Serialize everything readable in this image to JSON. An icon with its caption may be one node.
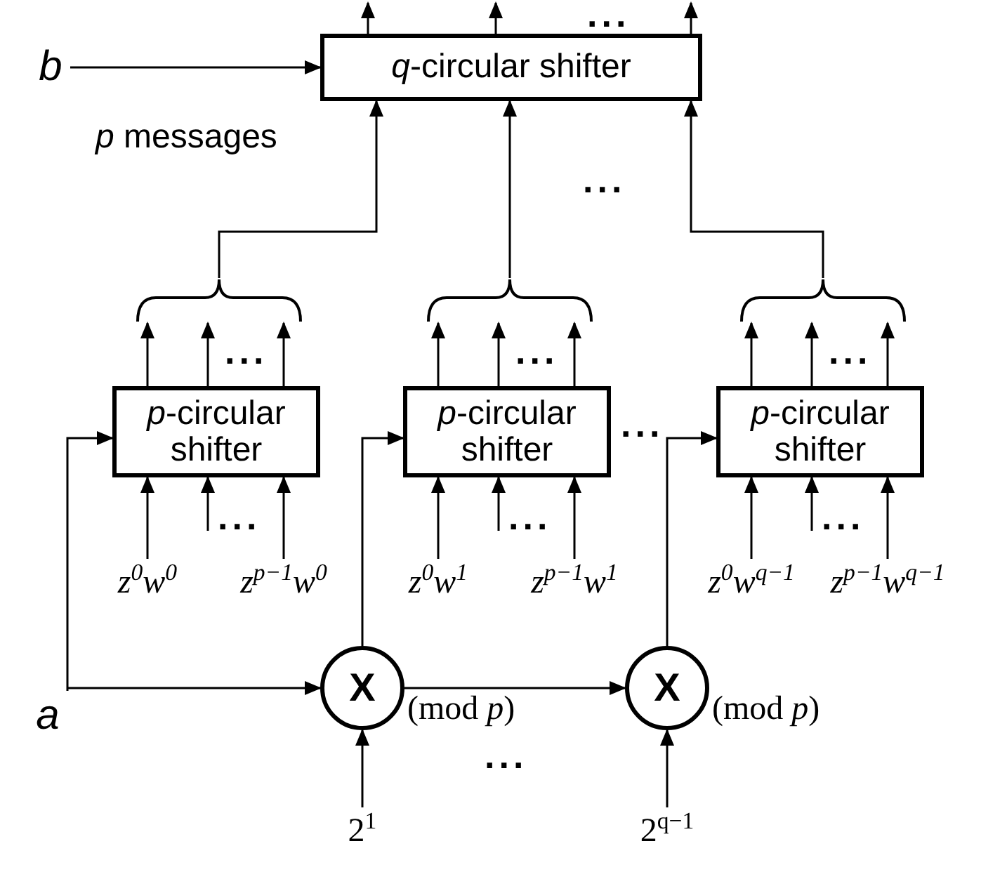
{
  "diagram": {
    "nodes": [
      {
        "text": [
          "*q*-circular shifter"
        ]
      },
      {
        "text": [
          "b"
        ]
      },
      {
        "text": [],
        "shape": "brace"
      },
      {
        "text": [],
        "shape": "brace"
      },
      {
        "text": [],
        "shape": "brace"
      },
      {
        "text": [
          "*p*-circular shifter"
        ]
      },
      {
        "text": [
          "*p*-circular shifter"
        ]
      },
      {
        "text": [
          "*p*-circular shifter"
        ]
      },
      {
        "text": [
          "z$^{0}$w$^{0}$"
        ]
      },
      {
        "text": [
          "z$^{p−1}$w$^{0}$"
        ]
      },
      {
        "text": [
          "z$^{0}$w$^{1}$"
        ]
      },
      {
        "text": [
          "z$^{p−1}$w$^{1}$"
        ]
      },
      {
        "text": [
          "z$^{0}$w$^{q−1}$"
        ]
      },
      {
        "text": [
          "z$^{p−1}$w$^{q−1}$"
        ]
      },
      {
        "text": [
          "a"
        ]
      },
      {
        "text": [
          "X"
        ],
        "beside": [
          "(mod *p*)"
        ]
      },
      {
        "text": [
          "X"
        ],
        "beside": [
          "(mod *p*)"
        ]
      },
      {
        "text": [
          "2$^{1}$"
        ]
      },
      {
        "text": [
          "2$^{q−1}$"
        ]
      }
    ],
    "edges": [
      {
        "from": 0,
        "to": null,
        "arrow": "to"
      },
      {
        "from": 0,
        "to": null,
        "arrow": "to"
      },
      {
        "from": 0,
        "to": null,
        "arrow": "to"
      },
      {
        "from": 1,
        "to": 0,
        "arrow": "to"
      },
      {
        "from": 2,
        "to": 0,
        "arrow": "to"
      },
      {
        "from": 3,
        "to": 0,
        "arrow": "to"
      },
      {
        "from": 4,
        "to": 0,
        "arrow": "to"
      },
      {
        "from": 5,
        "to": 2,
        "arrow": "to"
      },
      {
        "from": 5,
        "to": 2,
        "arrow": "to"
      },
      {
        "from": 5,
        "to": 2,
        "arrow": "to"
      },
      {
        "from": 6,
        "to": 3,
        "arrow": "to"
      },
      {
        "from": 6,
        "to": 3,
        "arrow": "to"
      },
      {
        "from": 6,
        "to": 3,
        "arrow": "to"
      },
      {
        "from": 7,
        "to": 4,
        "arrow": "to"
      },
      {
        "from": 7,
        "to": 4,
        "arrow": "to"
      },
      {
        "from": 7,
        "to": 4,
        "arrow": "to"
      },
      {
        "from": 8,
        "to": 5,
        "arrow": "to"
      },
      {
        "from": null,
        "to": 5,
        "arrow": "to"
      },
      {
        "from": 9,
        "to": 5,
        "arrow": "to"
      },
      {
        "from": 10,
        "to": 6,
        "arrow": "to"
      },
      {
        "from": null,
        "to": 6,
        "arrow": "to"
      },
      {
        "from": 11,
        "to": 6,
        "arrow": "to"
      },
      {
        "from": 12,
        "to": 7,
        "arrow": "to"
      },
      {
        "from": null,
        "to": 7,
        "arrow": "to"
      },
      {
        "from": 13,
        "to": 7,
        "arrow": "to"
      },
      {
        "from": 14,
        "to": 5,
        "arrow": "to"
      },
      {
        "from": 14,
        "to": 15,
        "arrow": "to"
      },
      {
        "from": 15,
        "to": 6,
        "arrow": "to"
      },
      {
        "from": 15,
        "to": 16,
        "arrow": "to"
      },
      {
        "from": 16,
        "to": 7,
        "arrow": "to"
      },
      {
        "from": 17,
        "to": 15,
        "arrow": "to"
      },
      {
        "from": 18,
        "to": 16,
        "arrow": "to"
      }
    ],
    "labels": [
      "...",
      "*p* messages",
      "...",
      "...",
      "...",
      "...",
      "...",
      "...",
      "...",
      "...",
      "..."
    ]
  }
}
